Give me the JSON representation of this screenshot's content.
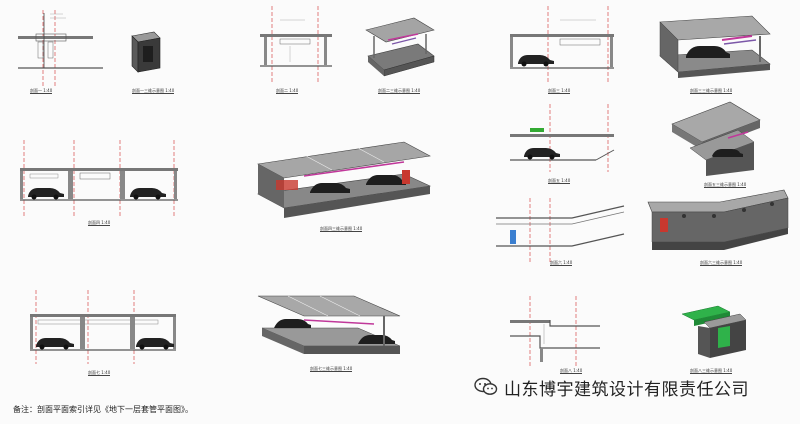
{
  "captions": [
    "剖面一 1:40",
    "剖面一三维示意图 1:40",
    "剖面二 1:40",
    "剖面二三维示意图 1:40",
    "剖面三 1:40",
    "剖面三三维示意图 1:40",
    "剖面四 1:40",
    "剖面四三维示意图 1:40",
    "剖面五 1:40",
    "剖面五三维示意图 1:40",
    "剖面六 1:40",
    "剖面六三维示意图 1:40",
    "剖面七 1:40",
    "剖面七三维示意图 1:40",
    "剖面八 1:40",
    "剖面八三维示意图 1:40"
  ],
  "note": "备注：剖面平面索引详见《地下一层套管平面图》。",
  "watermark": {
    "company": "山东博宇建筑设计有限责任公司",
    "icon": "wechat-icon"
  },
  "colors": {
    "section_line": "#d64a4a",
    "pipe_magenta": "#c0389a",
    "slab_gray": "#8a8a8a",
    "green_duct": "#2fb24a",
    "blue_door": "#3b7fd0",
    "red_box": "#c8382e"
  }
}
